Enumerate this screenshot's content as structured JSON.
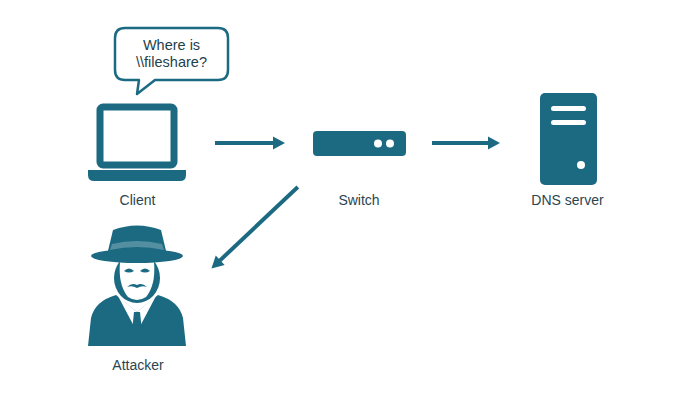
{
  "diagram": {
    "nodes": [
      {
        "text": [
          "Where is \\\\fileshare?"
        ]
      },
      {
        "text": [
          "Client"
        ]
      },
      {
        "text": [
          "Switch"
        ]
      },
      {
        "text": [
          "DNS server"
        ]
      },
      {
        "text": [
          "Attacker"
        ]
      }
    ],
    "edges": [
      {
        "from": 1,
        "to": 2,
        "arrow": "to"
      },
      {
        "from": 2,
        "to": 3,
        "arrow": "to"
      },
      {
        "from": 2,
        "to": 4,
        "arrow": "to"
      }
    ]
  }
}
